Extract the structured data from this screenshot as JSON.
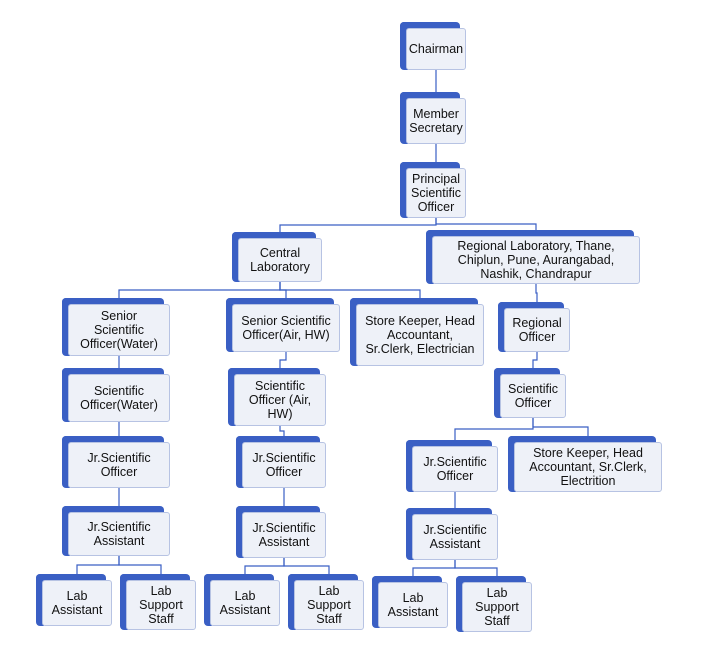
{
  "nodes": [
    {
      "id": "chairman",
      "label": "Chairman"
    },
    {
      "id": "member-secretary",
      "label": "Member\nSecretary"
    },
    {
      "id": "principal-scientific-officer",
      "label": "Principal\nScientific\nOfficer"
    },
    {
      "id": "central-laboratory",
      "label": "Central\nLaboratory"
    },
    {
      "id": "regional-laboratory",
      "label": "Regional Laboratory, Thane,\nChiplun, Pune, Aurangabad,\nNashik, Chandrapur"
    },
    {
      "id": "senior-scientific-officer-water",
      "label": "Senior\nScientific\nOfficer(Water)"
    },
    {
      "id": "senior-scientific-officer-air-hw",
      "label": "Senior Scientific\nOfficer(Air, HW)"
    },
    {
      "id": "store-keeper-central",
      "label": "Store Keeper, Head\nAccountant,\nSr.Clerk, Electrician"
    },
    {
      "id": "regional-officer",
      "label": "Regional\nOfficer"
    },
    {
      "id": "scientific-officer-water",
      "label": "Scientific\nOfficer(Water)"
    },
    {
      "id": "scientific-officer-air-hw",
      "label": "Scientific\nOfficer (Air,\nHW)"
    },
    {
      "id": "scientific-officer-regional",
      "label": "Scientific\nOfficer"
    },
    {
      "id": "jr-scientific-officer-water",
      "label": "Jr.Scientific\nOfficer"
    },
    {
      "id": "jr-scientific-officer-air",
      "label": "Jr.Scientific\nOfficer"
    },
    {
      "id": "jr-scientific-officer-regional",
      "label": "Jr.Scientific\nOfficer"
    },
    {
      "id": "store-keeper-regional",
      "label": "Store Keeper, Head\nAccountant, Sr.Clerk,\nElectrition"
    },
    {
      "id": "jr-scientific-assistant-water",
      "label": "Jr.Scientific\nAssistant"
    },
    {
      "id": "jr-scientific-assistant-air",
      "label": "Jr.Scientific\nAssistant"
    },
    {
      "id": "jr-scientific-assistant-regional",
      "label": "Jr.Scientific\nAssistant"
    },
    {
      "id": "lab-assistant-water",
      "label": "Lab\nAssistant"
    },
    {
      "id": "lab-support-staff-water",
      "label": "Lab\nSupport\nStaff"
    },
    {
      "id": "lab-assistant-air",
      "label": "Lab\nAssistant"
    },
    {
      "id": "lab-support-staff-air",
      "label": "Lab\nSupport\nStaff"
    },
    {
      "id": "lab-assistant-regional",
      "label": "Lab\nAssistant"
    },
    {
      "id": "lab-support-staff-regional",
      "label": "Lab\nSupport\nStaff"
    }
  ],
  "edges": [
    {
      "from": "chairman",
      "to": "member-secretary"
    },
    {
      "from": "member-secretary",
      "to": "principal-scientific-officer"
    },
    {
      "from": "principal-scientific-officer",
      "to": "central-laboratory"
    },
    {
      "from": "principal-scientific-officer",
      "to": "regional-laboratory"
    },
    {
      "from": "central-laboratory",
      "to": "senior-scientific-officer-water"
    },
    {
      "from": "central-laboratory",
      "to": "senior-scientific-officer-air-hw"
    },
    {
      "from": "central-laboratory",
      "to": "store-keeper-central"
    },
    {
      "from": "regional-laboratory",
      "to": "regional-officer"
    },
    {
      "from": "senior-scientific-officer-water",
      "to": "scientific-officer-water"
    },
    {
      "from": "scientific-officer-water",
      "to": "jr-scientific-officer-water"
    },
    {
      "from": "jr-scientific-officer-water",
      "to": "jr-scientific-assistant-water"
    },
    {
      "from": "jr-scientific-assistant-water",
      "to": "lab-assistant-water"
    },
    {
      "from": "jr-scientific-assistant-water",
      "to": "lab-support-staff-water"
    },
    {
      "from": "senior-scientific-officer-air-hw",
      "to": "scientific-officer-air-hw"
    },
    {
      "from": "scientific-officer-air-hw",
      "to": "jr-scientific-officer-air"
    },
    {
      "from": "jr-scientific-officer-air",
      "to": "jr-scientific-assistant-air"
    },
    {
      "from": "jr-scientific-assistant-air",
      "to": "lab-assistant-air"
    },
    {
      "from": "jr-scientific-assistant-air",
      "to": "lab-support-staff-air"
    },
    {
      "from": "regional-officer",
      "to": "scientific-officer-regional"
    },
    {
      "from": "scientific-officer-regional",
      "to": "jr-scientific-officer-regional"
    },
    {
      "from": "scientific-officer-regional",
      "to": "store-keeper-regional"
    },
    {
      "from": "jr-scientific-officer-regional",
      "to": "jr-scientific-assistant-regional"
    },
    {
      "from": "jr-scientific-assistant-regional",
      "to": "lab-assistant-regional"
    },
    {
      "from": "jr-scientific-assistant-regional",
      "to": "lab-support-staff-regional"
    }
  ],
  "colors": {
    "accent": "#3a5fc4",
    "box_fill": "#eef1f8",
    "connector": "#3a5fc4"
  }
}
